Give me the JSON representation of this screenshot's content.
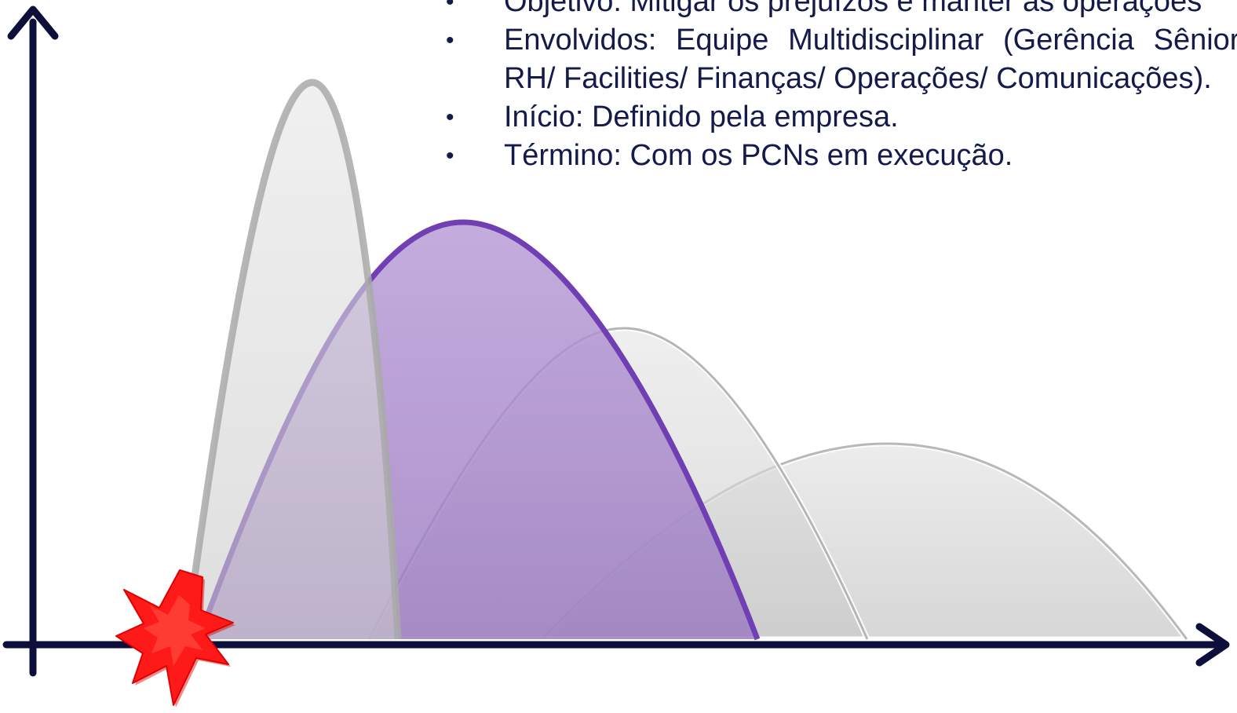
{
  "bullets": [
    "Objetivo: Mitigar os prejuízos e manter as operações",
    "Envolvidos: Equipe Multidisciplinar (Gerência Sênior/ RH/ Facilities/ Finanças/ Operações/ Comunicações).",
    "Início: Definido pela empresa.",
    "Término: Com os PCNs em execução."
  ],
  "colors": {
    "axis": "#0d0f3a",
    "text": "#141a4a",
    "highlight_fill": "#9b74c2",
    "highlight_stroke": "#6f3fb3",
    "gray_fill": "#cfcfcf",
    "gray_stroke": "#b3b3b3",
    "incident": "#ff1a1a"
  },
  "icons": {
    "incident": "explosion-icon",
    "x_axis_arrow": "arrow-right-icon",
    "y_axis_arrow": "arrow-up-icon"
  },
  "phases": [
    {
      "id": "phase-1",
      "highlighted": false
    },
    {
      "id": "phase-2",
      "highlighted": true
    },
    {
      "id": "phase-3",
      "highlighted": false
    },
    {
      "id": "phase-4",
      "highlighted": false
    }
  ]
}
